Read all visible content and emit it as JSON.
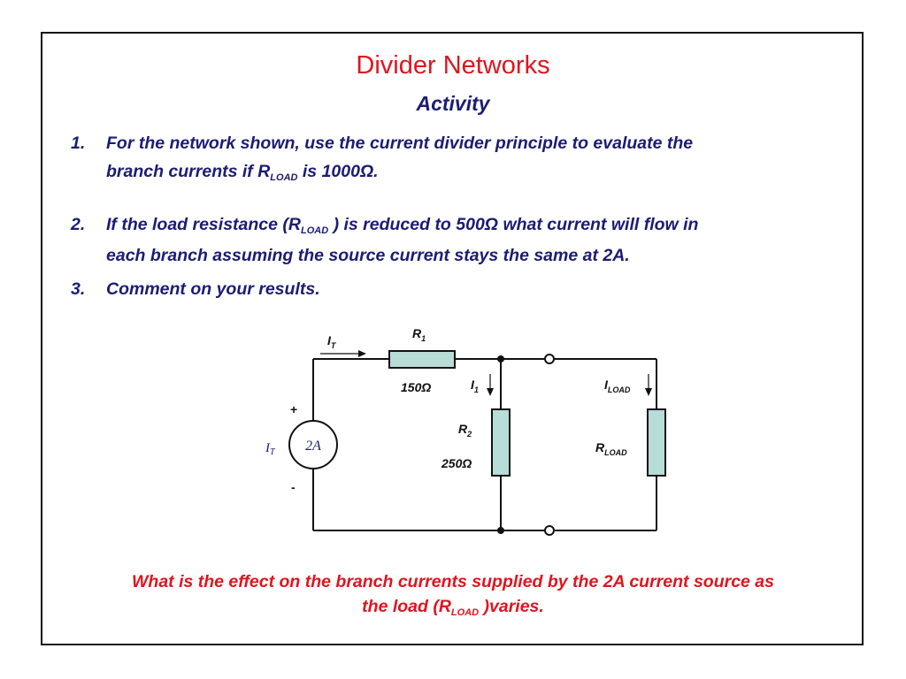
{
  "slide": {
    "title": "Divider Networks",
    "subtitle": "Activity",
    "items": [
      {
        "number": "1.",
        "line1": "For the network shown, use the current divider principle to evaluate the",
        "line2_pre": "branch currents if R",
        "line2_sub": "LOAD",
        "line2_post": " is 1000Ω."
      },
      {
        "number": "2.",
        "line1_pre": "If the load resistance (R",
        "line1_sub": "LOAD",
        "line1_post": " ) is reduced to 500Ω what current will flow in",
        "line2": "each branch assuming the source current stays the same at 2A."
      },
      {
        "number": "3.",
        "line1": "Comment on your results."
      }
    ],
    "question_line1": "What is the effect on the branch currents supplied by the 2A current source as",
    "question_line2_pre": "the load (R",
    "question_line2_sub": "LOAD",
    "question_line2_post": " )varies.",
    "colors": {
      "title": "#e0141e",
      "body": "#1c1c74",
      "resistor_fill": "#b8dcd8",
      "wire": "#111111"
    }
  },
  "circuit": {
    "source_label": "I",
    "source_label_sub": "T",
    "source_value": "2A",
    "plus": "+",
    "minus": "-",
    "current_total": "I",
    "current_total_sub": "T",
    "r1_name": "R",
    "r1_sub": "1",
    "r1_value": "150Ω",
    "i1_name": "I",
    "i1_sub": "1",
    "r2_name": "R",
    "r2_sub": "2",
    "r2_value": "250Ω",
    "iload_name": "I",
    "iload_sub": "LOAD",
    "rload_name": "R",
    "rload_sub": "LOAD"
  }
}
